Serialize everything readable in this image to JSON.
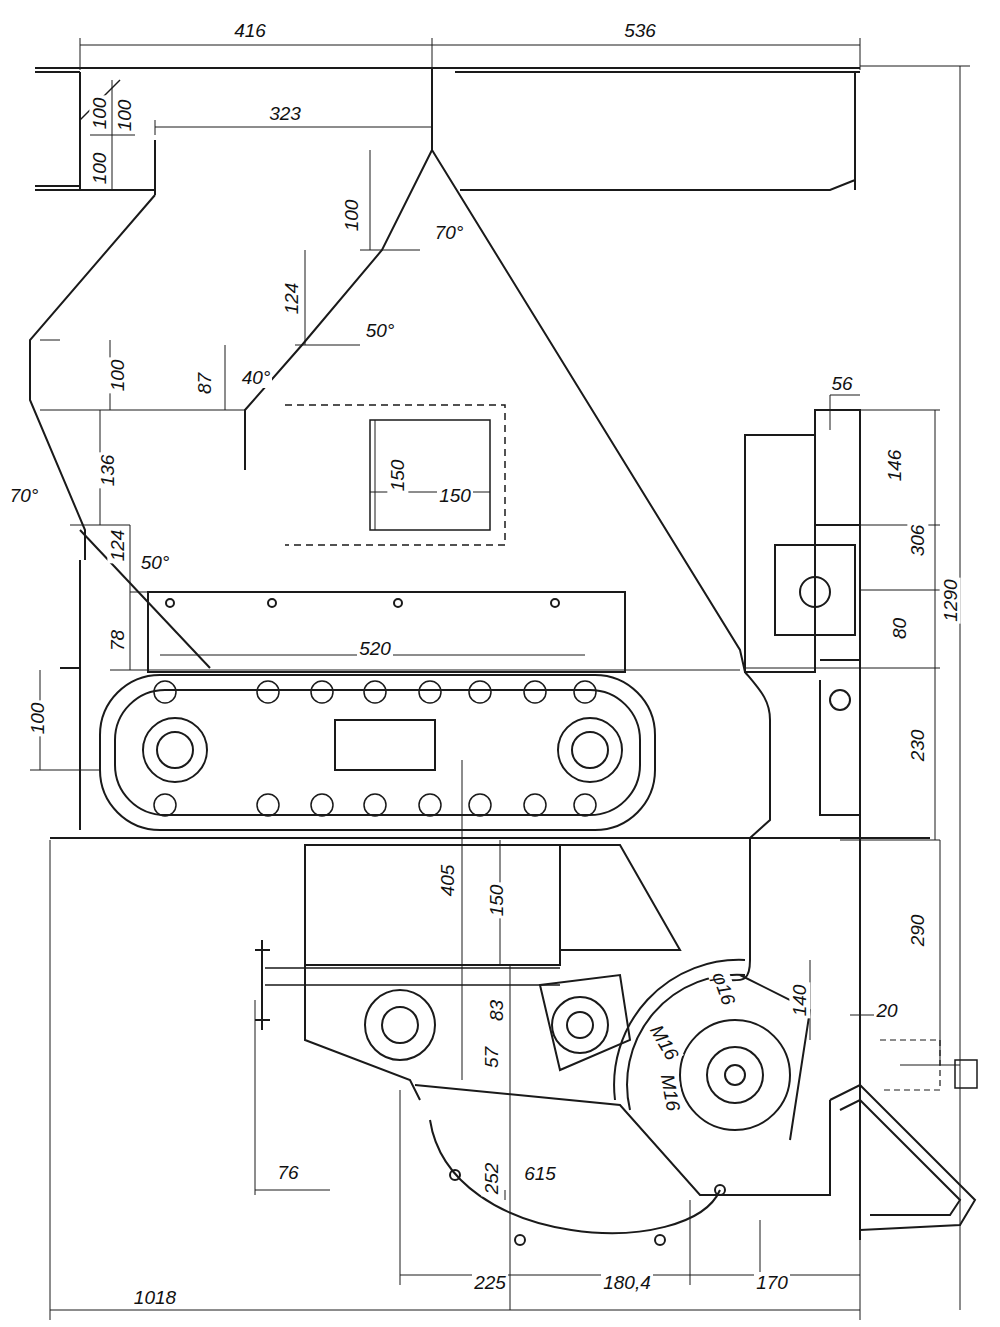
{
  "diagram": {
    "labels": [
      "416",
      "536",
      "323",
      "100",
      "100",
      "100",
      "100",
      "70°",
      "124",
      "50°",
      "87",
      "40°",
      "150",
      "150",
      "100",
      "136",
      "70°",
      "124",
      "50°",
      "78",
      "520",
      "100",
      "56",
      "146",
      "306",
      "80",
      "1290",
      "230",
      "405",
      "150",
      "290",
      "83",
      "57",
      "140",
      "20",
      "φ16",
      "M16",
      "M16",
      "76",
      "252",
      "615",
      "225",
      "180,4",
      "170",
      "1018"
    ]
  }
}
